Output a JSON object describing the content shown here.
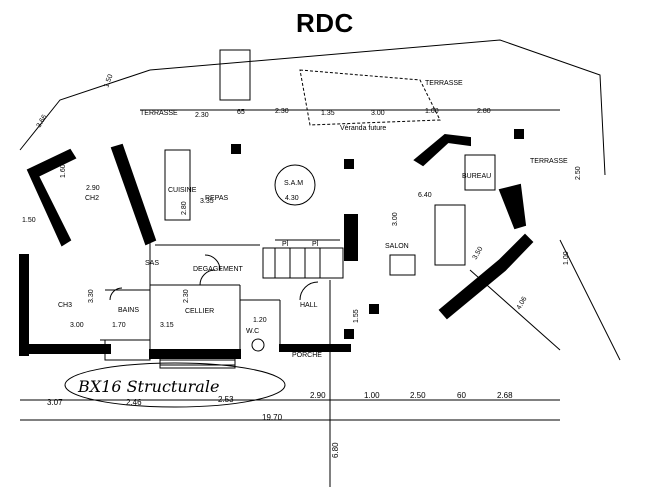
{
  "title": "RDC",
  "rooms": {
    "terrasse_left": "TERRASSE",
    "terrasse_top": "TERRASSE",
    "terrasse_right": "TERRASSE",
    "veranda": "Véranda future",
    "ch2": "CH2",
    "cuisine": "CUISINE",
    "repas": "REPAS",
    "sam": "S.A.M",
    "sam_area": "4.30",
    "bureau": "BUREAU",
    "salon": "SALON",
    "sas": "SAS",
    "degagement": "DEGAGEMENT",
    "ch3": "CH3",
    "bains": "BAINS",
    "cellier": "CELLIER",
    "wc": "W.C",
    "hall": "HALL",
    "porche": "PORCHE",
    "pl1": "Pl",
    "pl2": "Pl"
  },
  "dimensions": {
    "d_366": "3.66",
    "d_150a": "1.50",
    "d_230a": "2.30",
    "d_65": "65",
    "d_230b": "2.30",
    "d_135": "1.35",
    "d_300a": "3.00",
    "d_100a": "1.00",
    "d_280a": "2.80",
    "d_250": "2.50",
    "d_160": "1.60",
    "d_290": "2.90",
    "d_335": "3.35",
    "d_280b": "2.80",
    "d_640": "6.40",
    "d_300b": "3.00",
    "d_350": "3.50",
    "d_100b": "1.00",
    "d_406": "4.06",
    "d_330": "3.30",
    "d_300c": "3.00",
    "d_170": "1.70",
    "d_315": "3.15",
    "d_230c": "2.30",
    "d_120": "1.20",
    "d_155": "1.55",
    "d_307": "3.07",
    "d_246": "2.46",
    "d_253": "2.53",
    "d_290b": "2.90",
    "d_100c": "1.00",
    "d_250b": "2.50",
    "d_60": "60",
    "d_268": "2.68",
    "d_1970": "19.70",
    "d_680": "6.80"
  },
  "annotation": "BX16 Structurale"
}
